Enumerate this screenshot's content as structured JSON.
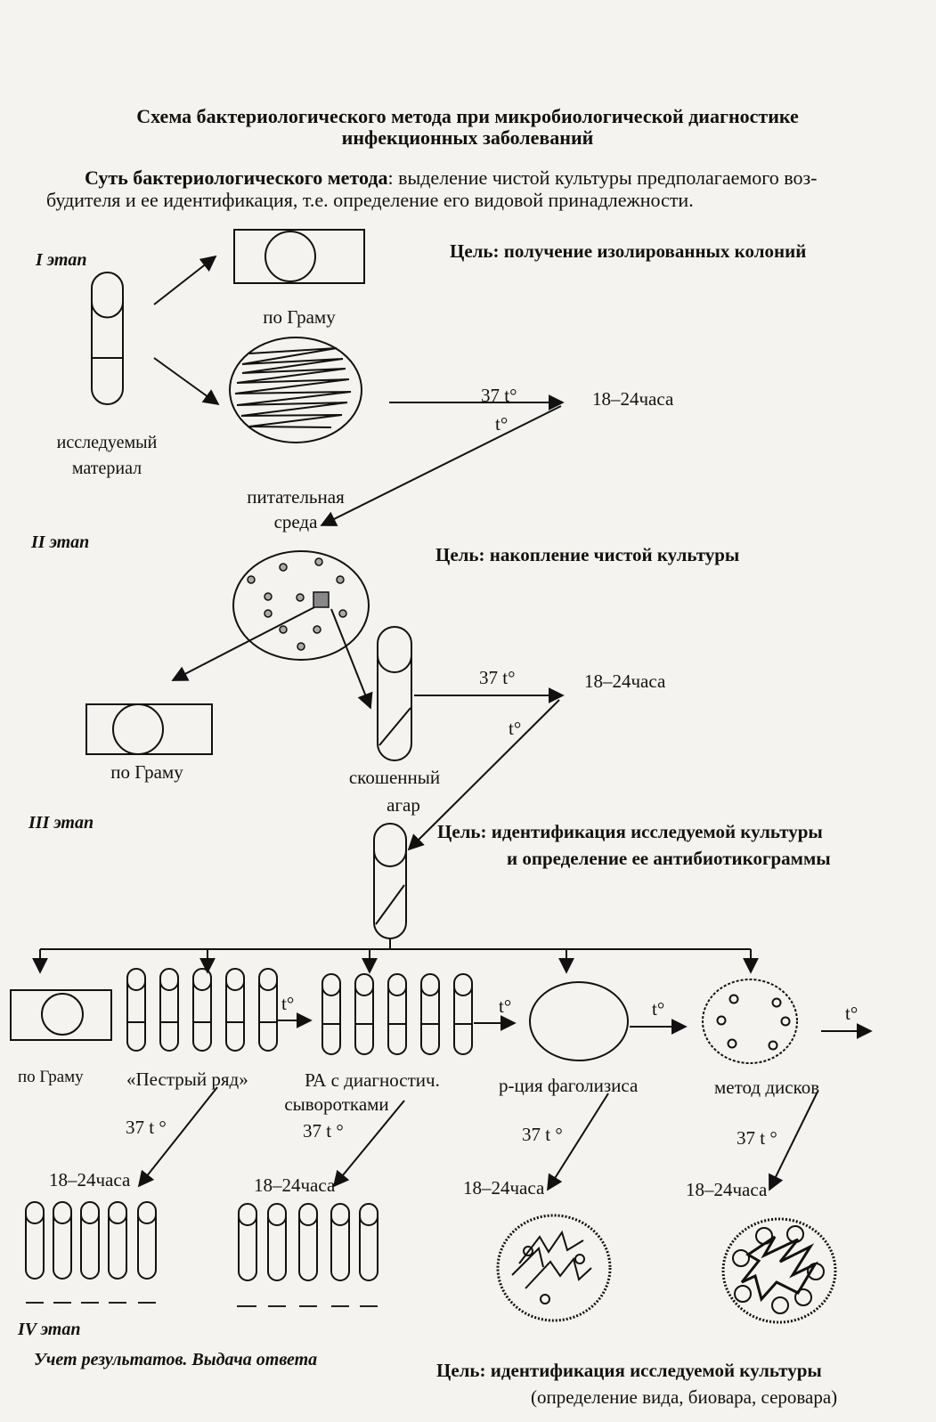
{
  "title": {
    "line1": "Схема бактериологического метода при микробиологической диагностике",
    "line2": "инфекционных заболеваний"
  },
  "intro": {
    "bold_part": "Суть бактериологического метода",
    "line1_rest": ": выделение чистой культуры предполагаемого воз-",
    "line2": "будителя и ее идентификация, т.е. определение его видовой принадлежности."
  },
  "stages": {
    "s1": "I этап",
    "s2": "II этап",
    "s3": "III этап",
    "s4": "IV этап"
  },
  "goals": {
    "g1": "Цель: получение изолированных колоний",
    "g2": "Цель: накопление чистой культуры",
    "g3_line1": "Цель: идентификация исследуемой культуры",
    "g3_line2": "и определение ее антибиотикограммы",
    "g4_line1": "Цель: идентификация исследуемой культуры",
    "g4_line2": "(определение вида, биовара, серовара)"
  },
  "labels": {
    "gram1": "по Граму",
    "gram2": "по Граму",
    "gram3": "по Граму",
    "material_line1": "исследуемый",
    "material_line2": "материал",
    "medium_line1": "питательная",
    "medium_line2": "среда",
    "slant_line1": "скошенный",
    "slant_line2": "агар",
    "motley_row": "«Пестрый ряд»",
    "ra_line1": "РА с диагностич.",
    "ra_line2": "сыворотками",
    "phagolysis": "р-ция фаголизиса",
    "disks": "метод дисков",
    "results": "Учет результатов. Выдача ответа"
  },
  "incubation": {
    "temp1": "37  t°",
    "time1": "18–24часа",
    "t1": "t°",
    "temp2": "37  t°",
    "time2": "18–24часа",
    "t2": "t°",
    "t_arrow1": "t°",
    "t_arrow2": "t°",
    "t_arrow3": "t°",
    "t_arrow4": "t°",
    "temp_a": "37 t °",
    "temp_b": "37 t °",
    "temp_c": "37 t °",
    "temp_d": "37 t °",
    "time_a": "18–24часа",
    "time_b": "18–24часа",
    "time_c": "18–24часа",
    "time_d": "18–24часа"
  }
}
